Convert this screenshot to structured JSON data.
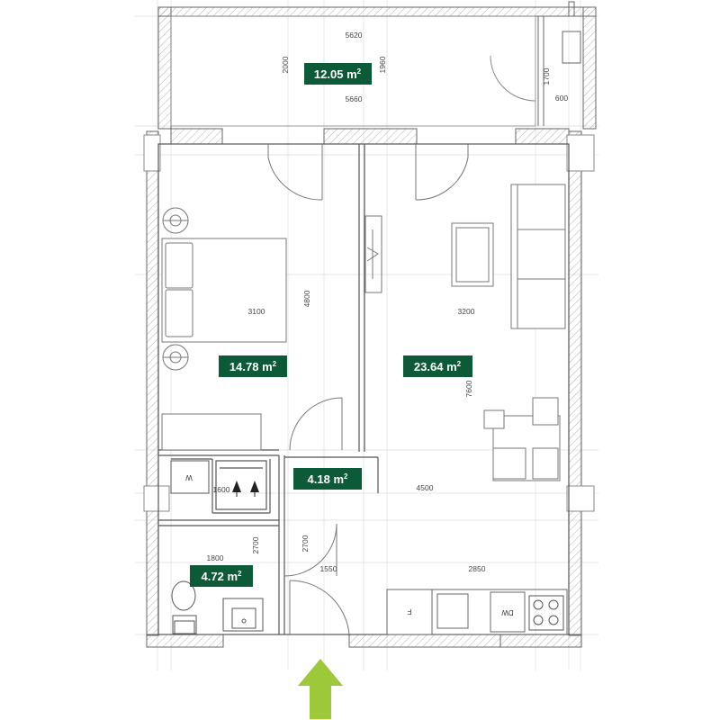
{
  "colors": {
    "area_badge": "#0c5a37",
    "entrance_arrow": "#9dc83a",
    "wall": "#555555",
    "grid": "#d9d9d9"
  },
  "rooms": [
    {
      "id": "balcony",
      "area": "12.05 m",
      "unit_sup": "2"
    },
    {
      "id": "bedroom",
      "area": "14.78 m",
      "unit_sup": "2"
    },
    {
      "id": "living",
      "area": "23.64 m",
      "unit_sup": "2"
    },
    {
      "id": "hall",
      "area": "4.18 m",
      "unit_sup": "2"
    },
    {
      "id": "bathroom",
      "area": "4.72 m",
      "unit_sup": "2"
    }
  ],
  "dimensions": {
    "balcony_top": "5620",
    "balcony_bottom": "5660",
    "balcony_height_left": "2000",
    "balcony_height_right": "1960",
    "storage_height": "1700",
    "storage_width": "600",
    "bedroom_width": "3100",
    "bedroom_height": "4800",
    "living_width": "3200",
    "living_height": "7600",
    "wardrobe_width": "1600",
    "hall_width": "4500",
    "bath_width": "1800",
    "bath_height": "2700",
    "entry_height": "2700",
    "entry_width": "1550",
    "kitchen_width": "2850"
  },
  "appliances": {
    "washer": "W",
    "fridge": "F",
    "dishwasher": "DW"
  },
  "icons": [
    "entrance-arrow-icon",
    "wardrobe-arrow-icon",
    "toilet-icon",
    "sink-icon",
    "stove-icon",
    "tv-icon",
    "lamp-icon"
  ]
}
